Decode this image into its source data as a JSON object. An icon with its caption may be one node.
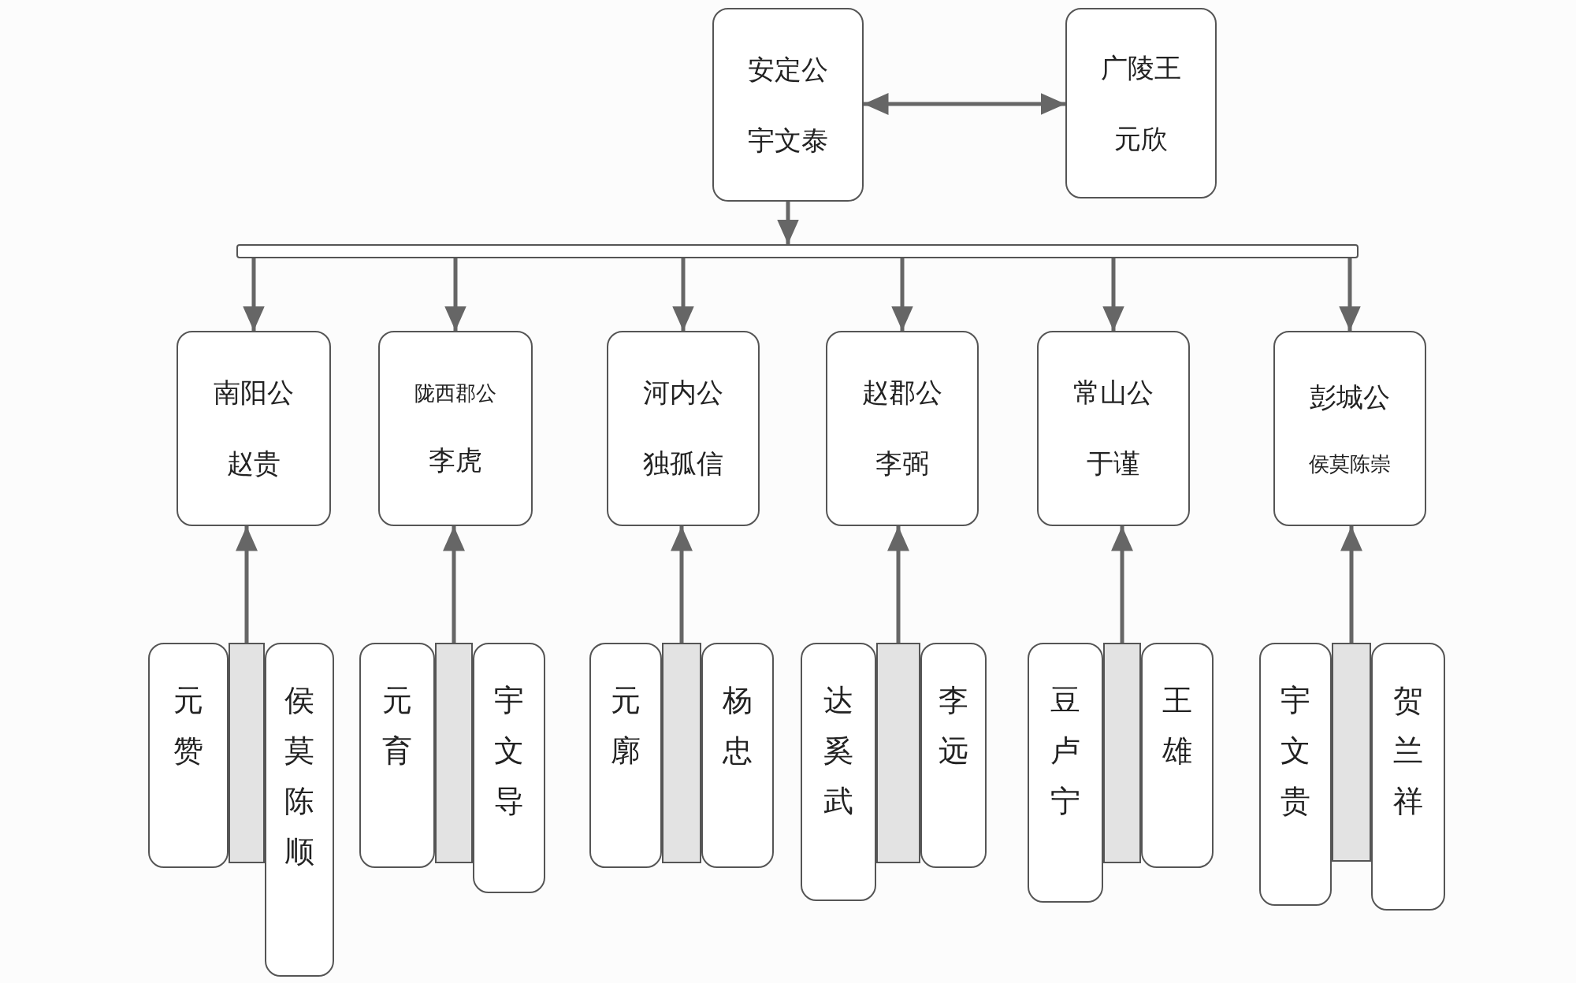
{
  "diagram": {
    "nodes": [
      {
        "text": [
          "安定公",
          "宇文泰"
        ]
      },
      {
        "text": [
          "广陵王",
          "元欣"
        ]
      },
      {
        "text": [],
        "shape": "bar"
      },
      {
        "text": [
          "南阳公",
          "赵贵"
        ]
      },
      {
        "text": [
          "陇西郡公",
          "李虎"
        ]
      },
      {
        "text": [
          "河内公",
          "独孤信"
        ]
      },
      {
        "text": [
          "赵郡公",
          "李弼"
        ]
      },
      {
        "text": [
          "常山公",
          "于谨"
        ]
      },
      {
        "text": [
          "彭城公",
          "侯莫陈崇"
        ]
      },
      {
        "text": [
          "元赞"
        ]
      },
      {
        "text": [],
        "shape": "bar"
      },
      {
        "text": [
          "侯莫陈顺"
        ]
      },
      {
        "text": [
          "元育"
        ]
      },
      {
        "text": [],
        "shape": "bar"
      },
      {
        "text": [
          "宇文导"
        ]
      },
      {
        "text": [
          "元廓"
        ]
      },
      {
        "text": [],
        "shape": "bar"
      },
      {
        "text": [
          "杨忠"
        ]
      },
      {
        "text": [
          "达奚武"
        ]
      },
      {
        "text": [],
        "shape": "bar"
      },
      {
        "text": [
          "李远"
        ]
      },
      {
        "text": [
          "豆卢宁"
        ]
      },
      {
        "text": [],
        "shape": "bar"
      },
      {
        "text": [
          "王雄"
        ]
      },
      {
        "text": [
          "宇文贵"
        ]
      },
      {
        "text": [],
        "shape": "bar"
      },
      {
        "text": [
          "贺兰祥"
        ]
      }
    ],
    "edges": [
      {
        "from": 0,
        "to": 1,
        "arrow": "both"
      },
      {
        "from": 0,
        "to": 2,
        "arrow": "to"
      },
      {
        "from": 2,
        "to": 3,
        "arrow": "to"
      },
      {
        "from": 2,
        "to": 4,
        "arrow": "to"
      },
      {
        "from": 2,
        "to": 5,
        "arrow": "to"
      },
      {
        "from": 2,
        "to": 6,
        "arrow": "to"
      },
      {
        "from": 2,
        "to": 7,
        "arrow": "to"
      },
      {
        "from": 2,
        "to": 8,
        "arrow": "to"
      },
      {
        "from": 10,
        "to": 3,
        "arrow": "to"
      },
      {
        "from": 13,
        "to": 4,
        "arrow": "to"
      },
      {
        "from": 16,
        "to": 5,
        "arrow": "to"
      },
      {
        "from": 19,
        "to": 6,
        "arrow": "to"
      },
      {
        "from": 22,
        "to": 7,
        "arrow": "to"
      },
      {
        "from": 25,
        "to": 8,
        "arrow": "to"
      }
    ]
  }
}
